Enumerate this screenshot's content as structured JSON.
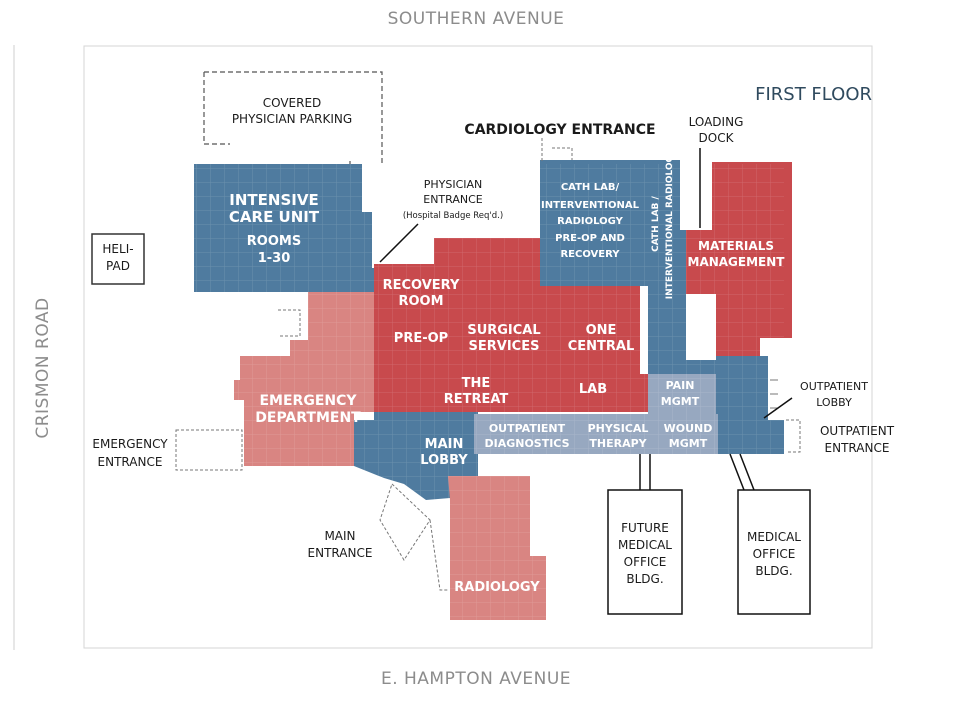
{
  "streets": {
    "north": "SOUTHERN AVENUE",
    "south": "E. HAMPTON AVENUE",
    "west": "CRISMON ROAD"
  },
  "floor_title": "FIRST FLOOR",
  "cardiology_entrance": "CARDIOLOGY ENTRANCE",
  "areas": {
    "covered_parking": [
      "COVERED",
      "PHYSICIAN PARKING"
    ],
    "heli_pad": [
      "HELI-",
      "PAD"
    ],
    "icu": [
      "INTENSIVE",
      "CARE UNIT",
      "ROOMS",
      "1-30"
    ],
    "physician_entrance": [
      "PHYSICIAN",
      "ENTRANCE",
      "(Hospital Badge Req'd.)"
    ],
    "loading_dock": [
      "LOADING",
      "DOCK"
    ],
    "cath_lab_preop": [
      "CATH LAB/",
      "INTERVENTIONAL",
      "RADIOLOGY",
      "PRE-OP AND",
      "RECOVERY"
    ],
    "cath_lab_ir": [
      "CATH LAB /",
      "INTERVENTIONAL RADIOLOGY"
    ],
    "materials_management": [
      "MATERIALS",
      "MANAGEMENT"
    ],
    "recovery_room": [
      "RECOVERY",
      "ROOM"
    ],
    "pre_op": "PRE-OP",
    "surgical_services": [
      "SURGICAL",
      "SERVICES"
    ],
    "one_central": [
      "ONE",
      "CENTRAL"
    ],
    "the_retreat": [
      "THE",
      "RETREAT"
    ],
    "lab": "LAB",
    "pain_mgmt": [
      "PAIN",
      "MGMT"
    ],
    "emergency_department": [
      "EMERGENCY",
      "DEPARTMENT"
    ],
    "outpatient_lobby": [
      "OUTPATIENT",
      "LOBBY"
    ],
    "outpatient_entrance": [
      "OUTPATIENT",
      "ENTRANCE"
    ],
    "emergency_entrance": [
      "EMERGENCY",
      "ENTRANCE"
    ],
    "main_lobby": [
      "MAIN",
      "LOBBY"
    ],
    "outpatient_diagnostics": [
      "OUTPATIENT",
      "DIAGNOSTICS"
    ],
    "physical_therapy": [
      "PHYSICAL",
      "THERAPY"
    ],
    "wound_mgmt": [
      "WOUND",
      "MGMT"
    ],
    "main_entrance": [
      "MAIN",
      "ENTRANCE"
    ],
    "radiology": "RADIOLOGY",
    "future_medical_office": [
      "FUTURE",
      "MEDICAL",
      "OFFICE",
      "BLDG."
    ],
    "medical_office": [
      "MEDICAL",
      "OFFICE",
      "BLDG."
    ]
  },
  "colors": {
    "blue": "#4f7b9f",
    "red": "#c84a4d",
    "pink": "#d98582",
    "light_blue": "#97a8c0"
  }
}
